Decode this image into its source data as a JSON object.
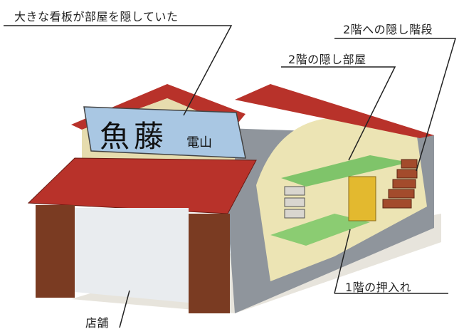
{
  "labels": {
    "sign_hid_room": "大きな看板が部屋を隠していた",
    "hidden_room_2f": "2階の隠し部屋",
    "hidden_stairs_2f": "2階への隠し階段",
    "closet_1f": "1階の押入れ",
    "shop": "店舗"
  },
  "sign": {
    "name": "魚藤",
    "phone": "電山"
  },
  "colors": {
    "roof_red": "#b8322a",
    "sign_blue": "#a9c7e3",
    "wall_grey": "#8f959c",
    "wall_cream": "#ece4b4",
    "green_room": "#7fc46a",
    "pillar_brown": "#7a3b22",
    "door_yellow": "#e3b92f"
  }
}
